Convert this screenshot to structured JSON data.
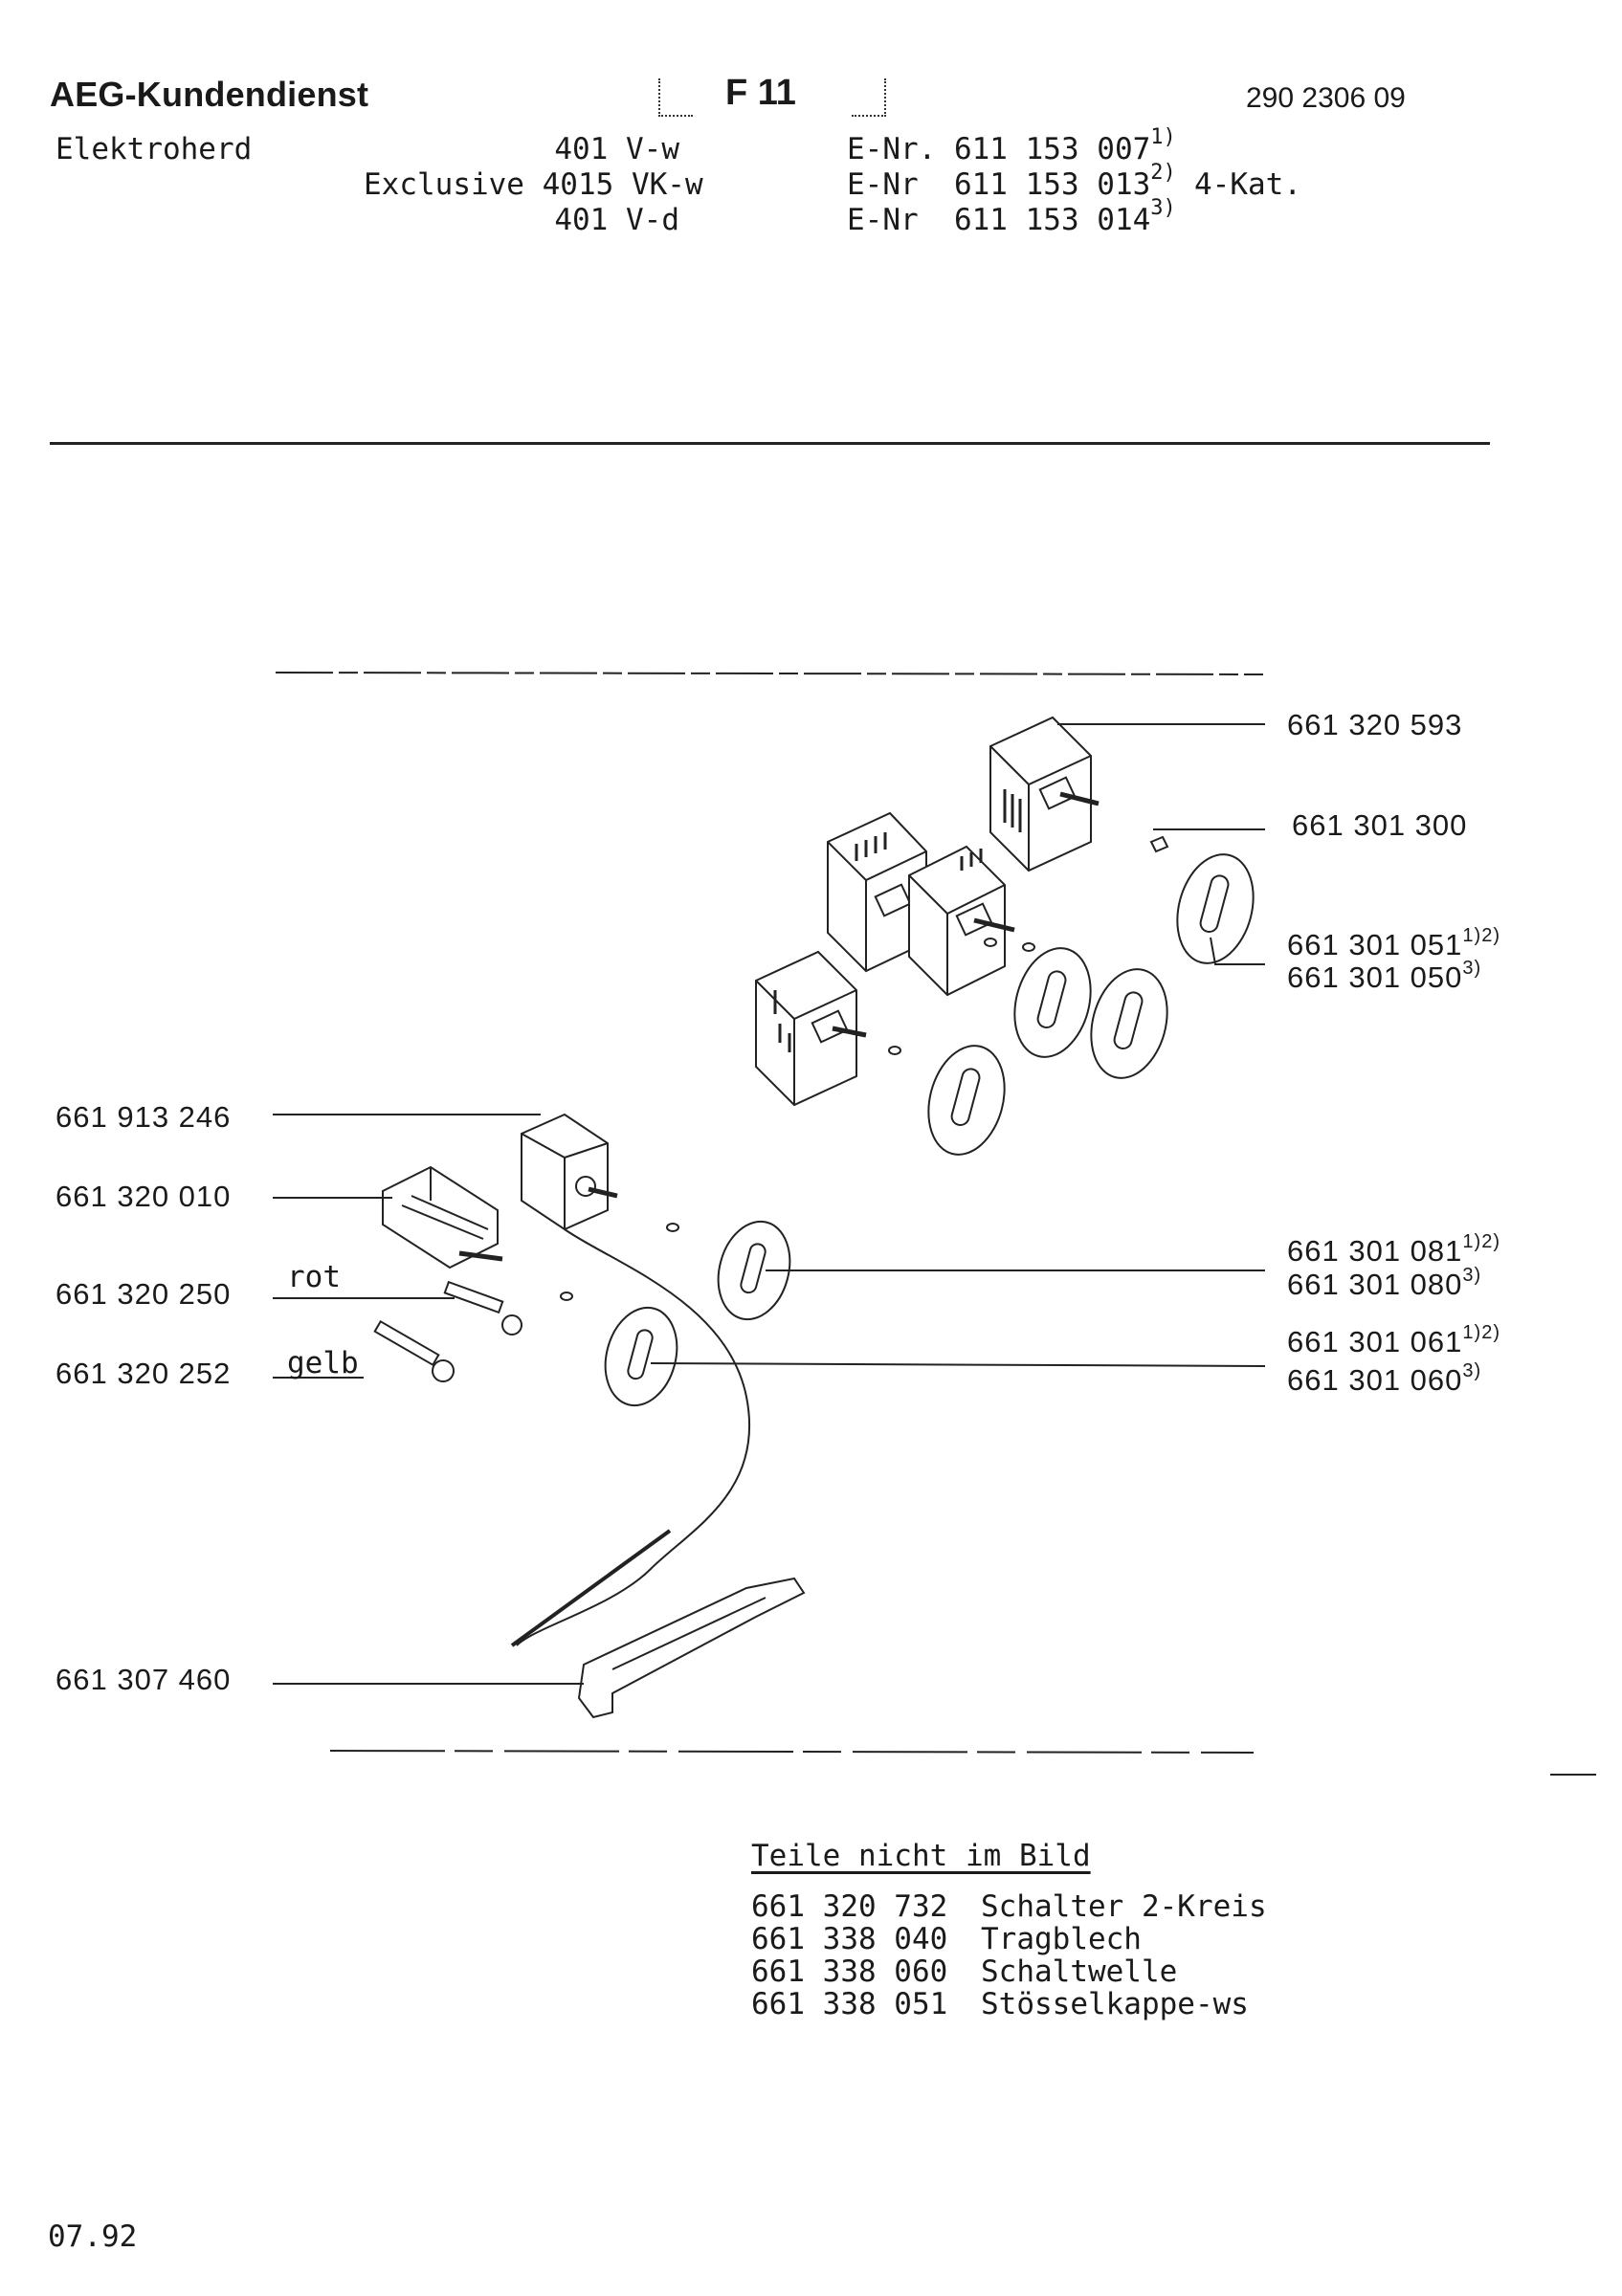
{
  "header": {
    "brand": "AEG-Kundendienst",
    "code": "F 11",
    "doc_number": "290 2306 09",
    "appliance": "Elektroherd",
    "models": [
      {
        "name": "401 V-w",
        "enr": "E-Nr. 611 153 007",
        "ref": "1)"
      },
      {
        "name": "Exclusive 4015 VK-w",
        "enr": "E-Nr  611 153 013",
        "ref": "2)"
      },
      {
        "name": "401 V-d",
        "enr": "E-Nr  611 153 014",
        "ref": "3)"
      }
    ],
    "category": "4-Kat."
  },
  "labels": {
    "p1": "661 320 593",
    "p2": "661 301 300",
    "p3a": "661 301 051",
    "p3a_ref": "1)2)",
    "p3b": "661 301 050",
    "p3b_ref": "3)",
    "p4": "661 913 246",
    "p5": "661 320 010",
    "p6": "661 320 250",
    "p6_color": "rot",
    "p7": "661 320 252",
    "p7_color": "gelb",
    "p8a": "661 301 081",
    "p8a_ref": "1)2)",
    "p8b": "661 301 080",
    "p8b_ref": "3)",
    "p9a": "661 301 061",
    "p9a_ref": "1)2)",
    "p9b": "661 301 060",
    "p9b_ref": "3)",
    "p10": "661 307 460"
  },
  "parts_not_shown": {
    "title": "Teile nicht im Bild",
    "rows": [
      {
        "number": "661 320 732",
        "name": "Schalter 2-Kreis"
      },
      {
        "number": "661 338 040",
        "name": "Tragblech"
      },
      {
        "number": "661 338 060",
        "name": "Schaltwelle"
      },
      {
        "number": "661 338 051",
        "name": "Stösselkappe-ws"
      }
    ]
  },
  "footer": {
    "date": "07.92"
  }
}
